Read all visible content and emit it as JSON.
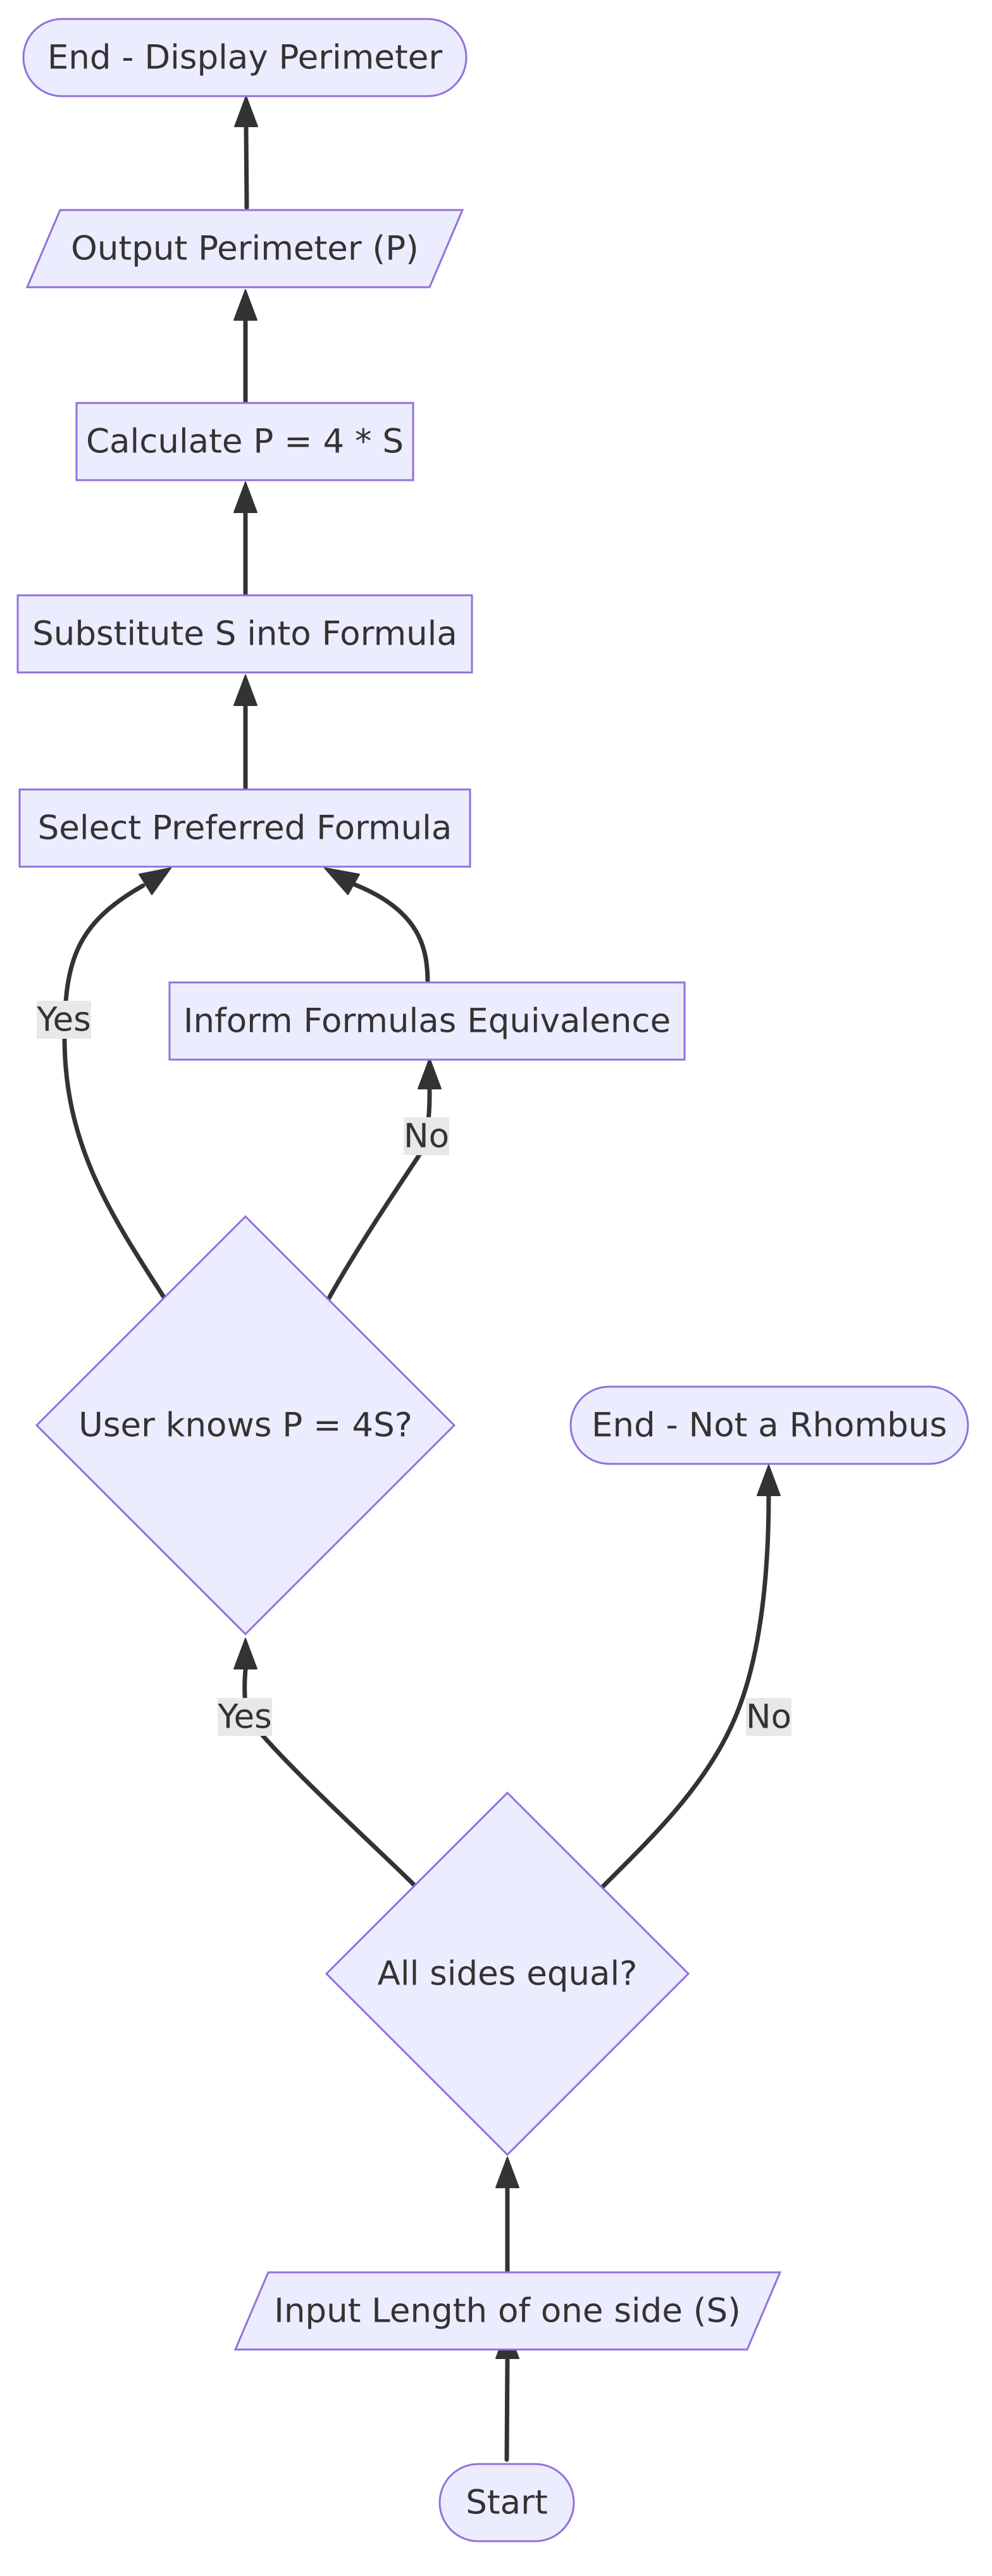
{
  "diagram": {
    "nodes": {
      "end_display": "End - Display Perimeter",
      "output": "Output Perimeter (P)",
      "calculate": "Calculate P = 4 * S",
      "substitute": "Substitute S into Formula",
      "select": "Select Preferred Formula",
      "inform": "Inform Formulas Equivalence",
      "user_knows": "User knows P = 4S?",
      "end_not_rhombus": "End - Not a Rhombus",
      "all_equal": "All sides equal?",
      "input": "Input Length of one side (S)",
      "start": "Start"
    },
    "edge_labels": {
      "select_yes": "Yes",
      "inform_no": "No",
      "user_yes": "Yes",
      "rhombus_no": "No"
    },
    "colors": {
      "node_fill": "#ececff",
      "node_stroke": "#9370db",
      "edge": "#333333",
      "label_bg": "#e8e8e8"
    }
  }
}
